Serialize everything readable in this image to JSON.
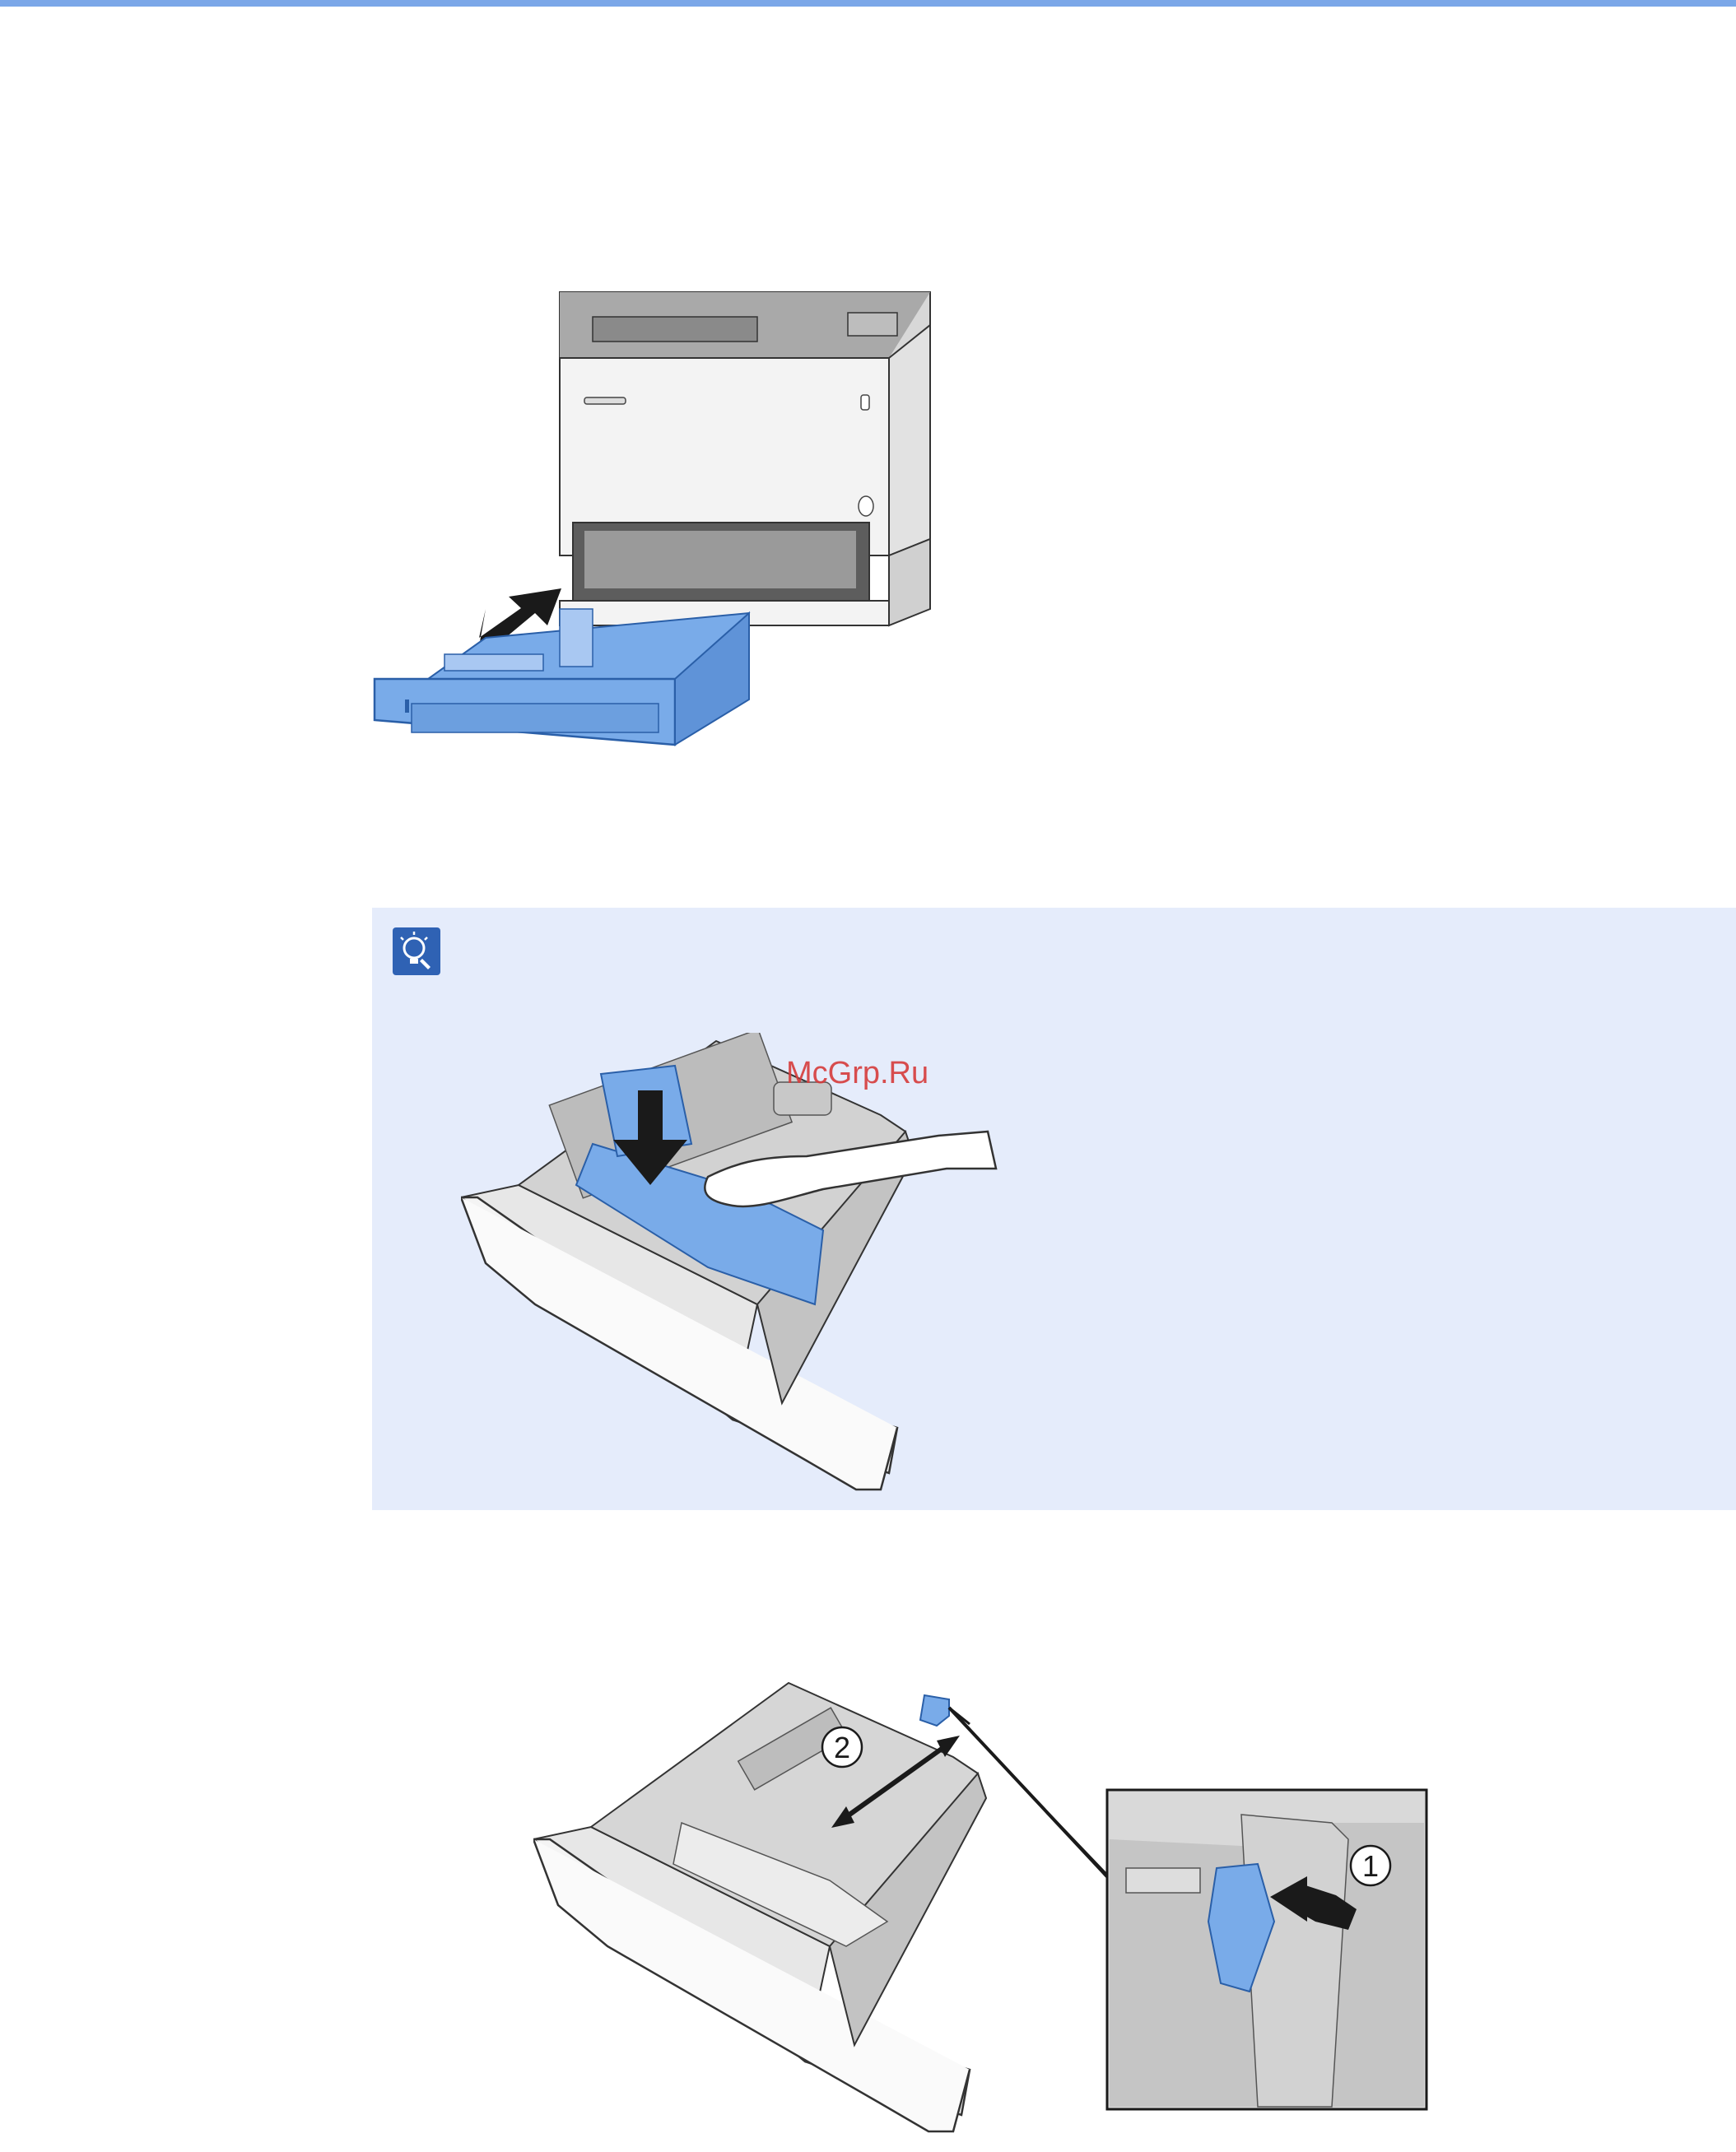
{
  "colors": {
    "top_rule": "#7ba7e8",
    "note_background": "#e5ecfb",
    "note_icon": "#2f62b4",
    "tray_blue": "#79abe9",
    "tray_blue_dark": "#2a5fa8",
    "printer_body": "#f3f3f3",
    "printer_top": "#a9a9a9",
    "watermark": "#d63b3b"
  },
  "note": {
    "icon": "lightbulb-hint-icon"
  },
  "figures": {
    "remove_tray": {
      "arrow_icon": "pull-out-arrow-icon"
    },
    "press_plate": {
      "arrow_icon": "press-down-arrow-icon"
    },
    "adjust_guide": {
      "callout_1": "1",
      "callout_2": "2",
      "arrow_icon": "push-arrow-icon"
    }
  },
  "watermark": {
    "text": "McGrp.Ru"
  }
}
